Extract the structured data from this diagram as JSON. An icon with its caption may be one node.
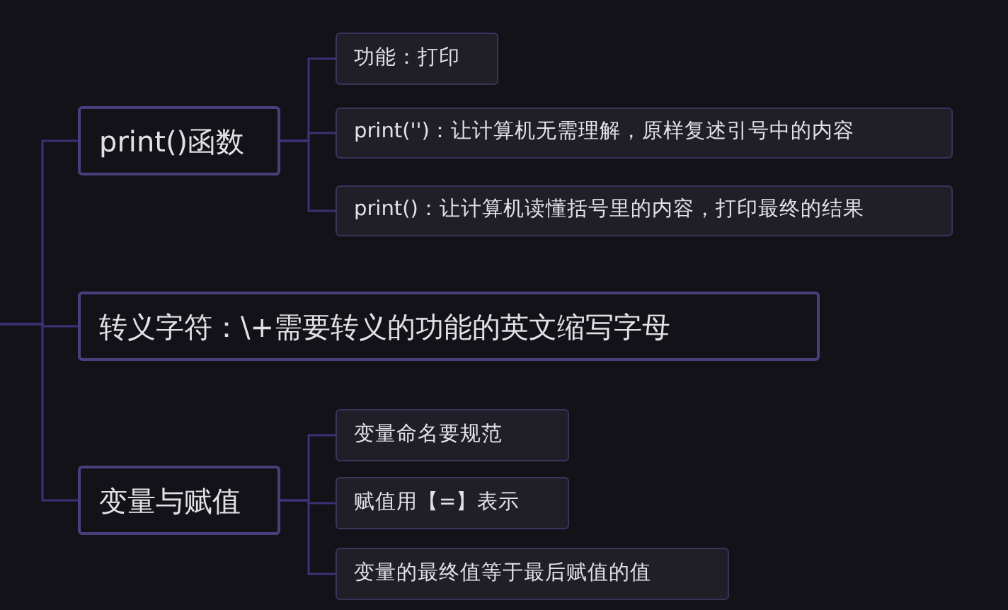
{
  "diagram": {
    "nodes": [
      {
        "text": [
          "print()函数"
        ]
      },
      {
        "text": [
          "功能：打印"
        ]
      },
      {
        "text": [
          "print('')：让计算机无需理解，原样复述引号中的内容"
        ]
      },
      {
        "text": [
          "print()：让计算机读懂括号里的内容，打印最终的结果"
        ]
      },
      {
        "text": [
          "转义字符：\\+需要转义的功能的英文缩写字母"
        ]
      },
      {
        "text": [
          "变量与赋值"
        ]
      },
      {
        "text": [
          "变量命名要规范"
        ]
      },
      {
        "text": [
          "赋值用【=】表示"
        ]
      },
      {
        "text": [
          "变量的最终值等于最后赋值的值"
        ]
      }
    ],
    "edges": [
      {
        "from": null,
        "to": 0,
        "arrow": "none"
      },
      {
        "from": null,
        "to": 4,
        "arrow": "none"
      },
      {
        "from": null,
        "to": 5,
        "arrow": "none"
      },
      {
        "from": 0,
        "to": 1,
        "arrow": "none"
      },
      {
        "from": 0,
        "to": 2,
        "arrow": "none"
      },
      {
        "from": 0,
        "to": 3,
        "arrow": "none"
      },
      {
        "from": 5,
        "to": 6,
        "arrow": "none"
      },
      {
        "from": 5,
        "to": 7,
        "arrow": "none"
      },
      {
        "from": 5,
        "to": 8,
        "arrow": "none"
      }
    ]
  }
}
